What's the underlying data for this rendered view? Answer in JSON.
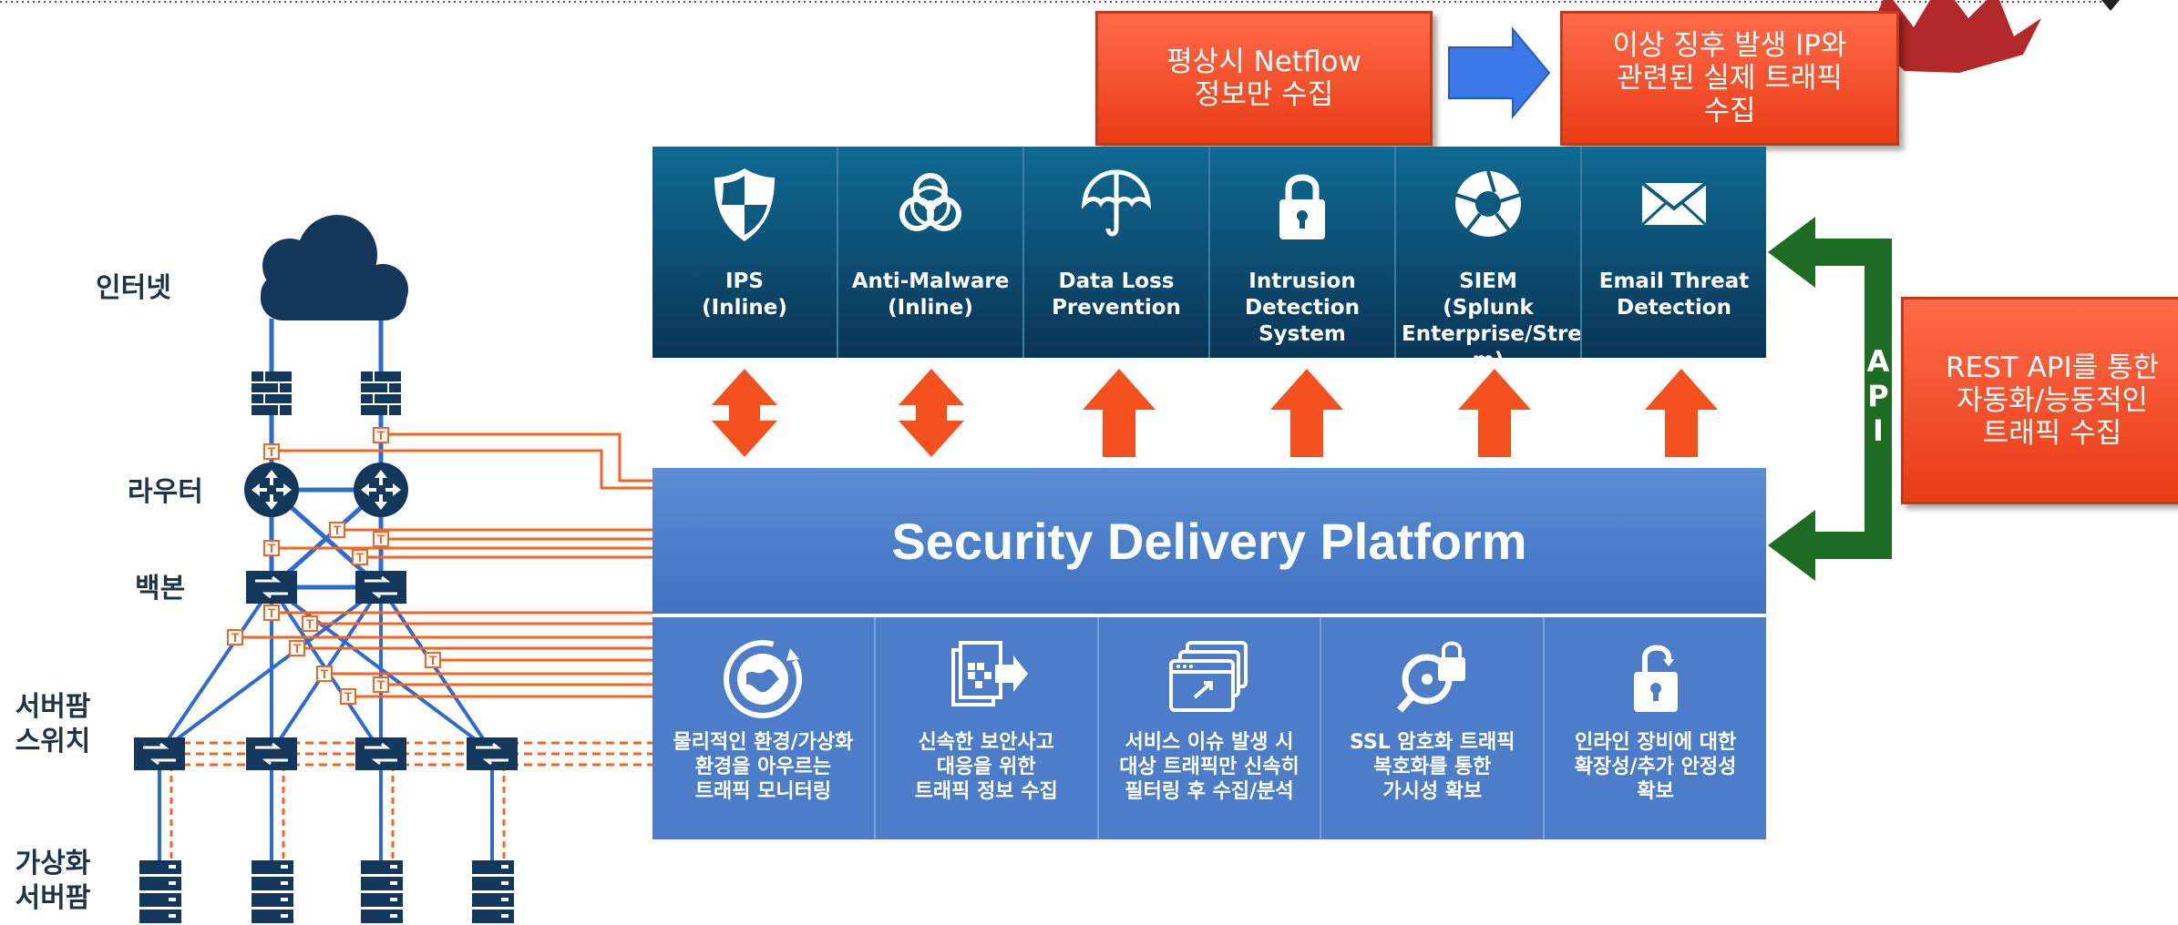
{
  "side_labels": {
    "internet": "인터넷",
    "router": "라우터",
    "backbone": "백본",
    "server_switch": "서버팜\n스위치",
    "virtual_server": "가상화\n서버팜"
  },
  "callouts": {
    "netflow": "평상시 Netflow\n정보만 수집",
    "anomaly": "이상 징후 발생 IP와\n관련된 실제 트래픽\n수집",
    "rest_api": "REST API를 통한\n자동화/능동적인\n트래픽 수집"
  },
  "api_label": "A\nP\nI",
  "tools": [
    {
      "label": "IPS\n(Inline)",
      "icon": "shield-icon",
      "arrow": "bidirectional"
    },
    {
      "label": "Anti-Malware\n(Inline)",
      "icon": "biohazard-icon",
      "arrow": "bidirectional"
    },
    {
      "label": "Data Loss\nPrevention",
      "icon": "umbrella-icon",
      "arrow": "up"
    },
    {
      "label": "Intrusion\nDetection\nSystem",
      "icon": "padlock-icon",
      "arrow": "up"
    },
    {
      "label": "SIEM\n(Splunk\nEnterprise/Strea\nm)",
      "icon": "aperture-icon",
      "arrow": "up"
    },
    {
      "label": "Email Threat\nDetection",
      "icon": "envelope-icon",
      "arrow": "up"
    }
  ],
  "platform_title": "Security Delivery Platform",
  "features": [
    {
      "label": "물리적인 환경/가상화\n환경을 아우르는\n트래픽 모니터링",
      "icon": "globe-cycle-icon"
    },
    {
      "label": "신속한 보안사고\n대응을 위한\n트래픽 정보 수집",
      "icon": "document-export-icon"
    },
    {
      "label": "서비스 이슈 발생 시\n대상 트래픽만 신속히\n필터링 후 수집/분석",
      "icon": "browser-windows-icon"
    },
    {
      "label": "SSL 암호화 트래픽\n복호화를 통한\n가시성 확보",
      "icon": "magnifier-lock-icon"
    },
    {
      "label": "인라인 장비에 대한\n확장성/추가 안정성\n확보",
      "icon": "unlocked-padlock-icon"
    }
  ],
  "tap_label": "T",
  "colors": {
    "tools_bg": "#0a4d73",
    "platform_bg": "#4a7cc9",
    "tap_orange": "#f26522",
    "link_blue": "#2e6ad6",
    "node_navy": "#14375c",
    "api_green": "#1e6b24",
    "arrow_blue": "#3b78e7",
    "callout_red": "#f04a25"
  }
}
